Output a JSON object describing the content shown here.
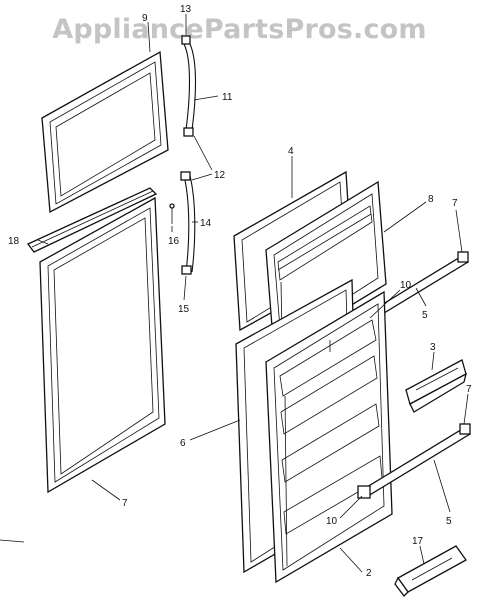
{
  "watermark": "AppliancePartsPros.com",
  "callouts": [
    "9",
    "13",
    "11",
    "12",
    "14",
    "16",
    "15",
    "18",
    "7",
    "4",
    "8",
    "7",
    "10",
    "5",
    "3",
    "7",
    "6",
    "10",
    "5",
    "17",
    "2"
  ]
}
